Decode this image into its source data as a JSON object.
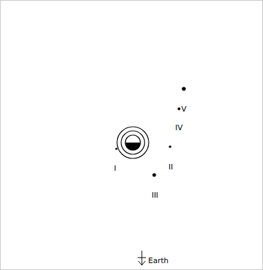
{
  "diagram": {
    "labels": [
      "V",
      "IV",
      "I",
      "II",
      "III",
      "Earth"
    ]
  }
}
